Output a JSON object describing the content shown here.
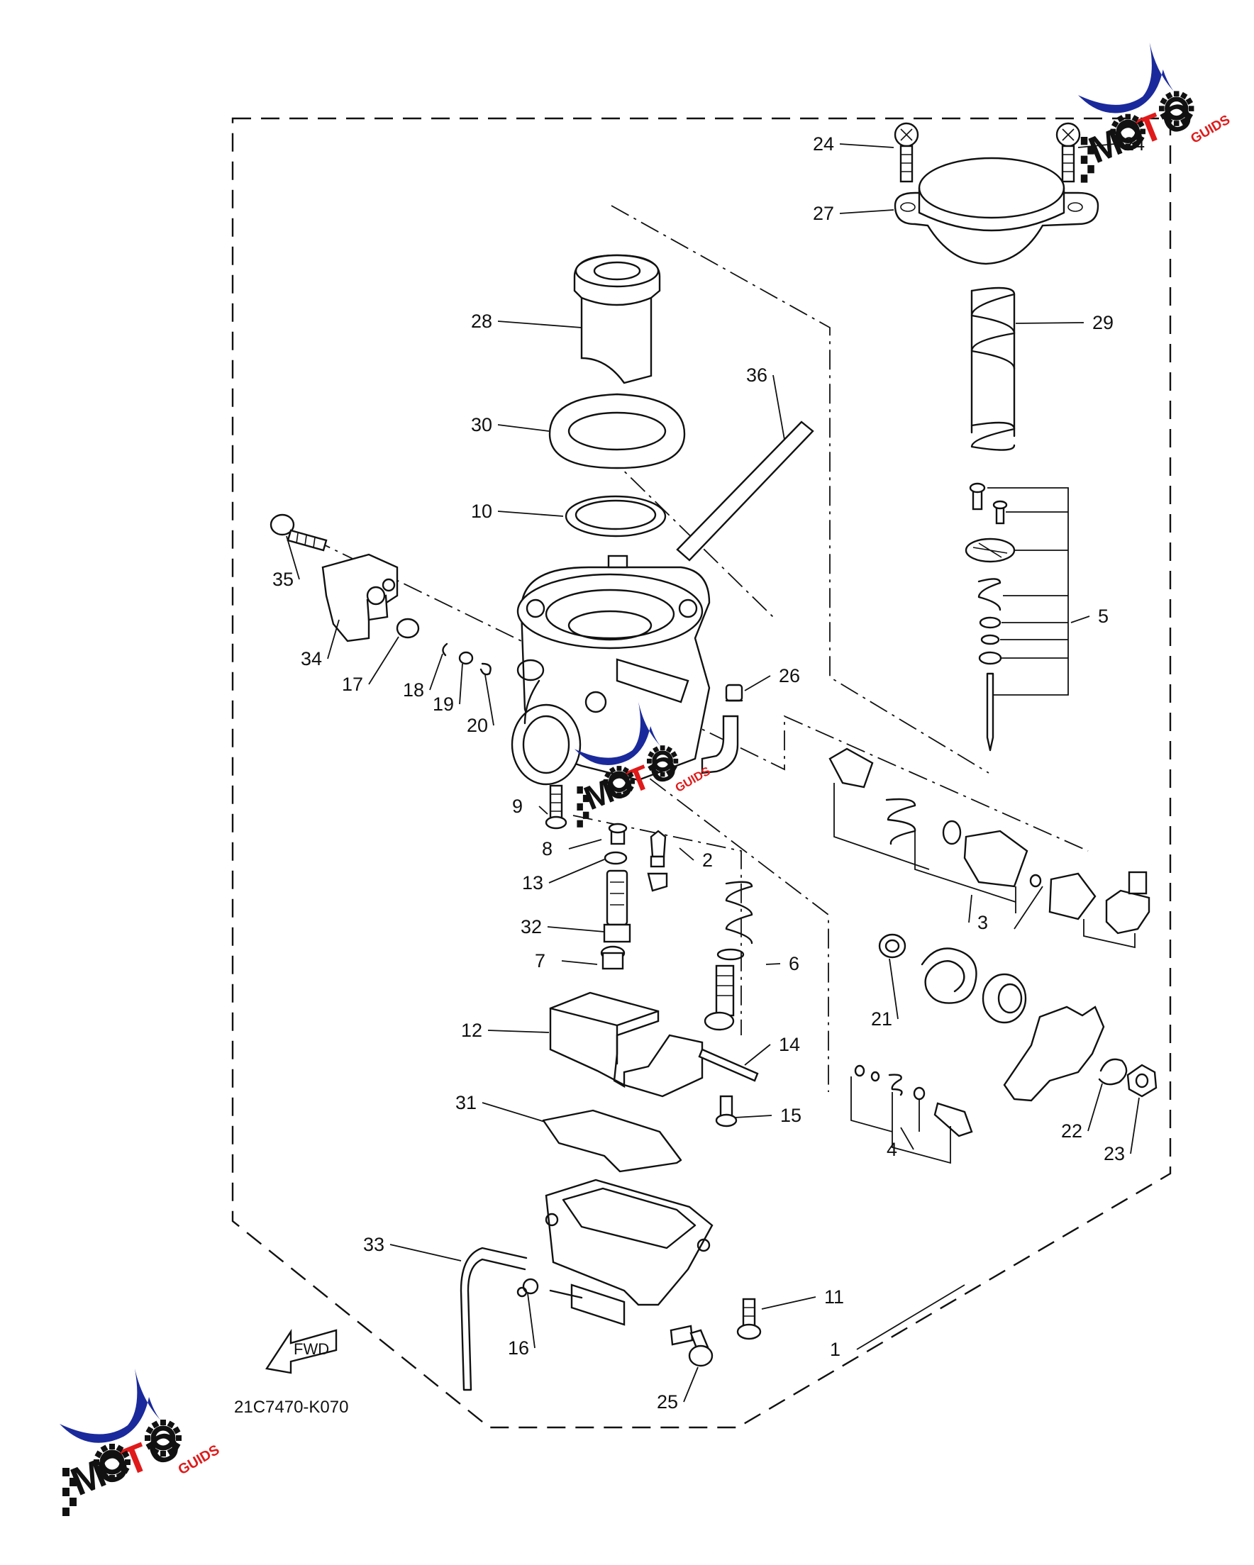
{
  "diagram": {
    "drawing_code": "21C7470-K070",
    "direction_label": "FWD",
    "part_numbers": [
      "1",
      "2",
      "3",
      "4",
      "5",
      "6",
      "7",
      "8",
      "9",
      "10",
      "11",
      "12",
      "13",
      "14",
      "15",
      "16",
      "17",
      "18",
      "19",
      "20",
      "21",
      "22",
      "23",
      "24",
      "24",
      "25",
      "26",
      "27",
      "28",
      "29",
      "30",
      "31",
      "32",
      "33",
      "34",
      "35",
      "36"
    ]
  },
  "watermark": {
    "word": "MOTO",
    "suffix": "GUIDS",
    "colors": {
      "swoosh": "#1a2a9c",
      "red": "#e01a1a",
      "black": "#111111"
    }
  }
}
